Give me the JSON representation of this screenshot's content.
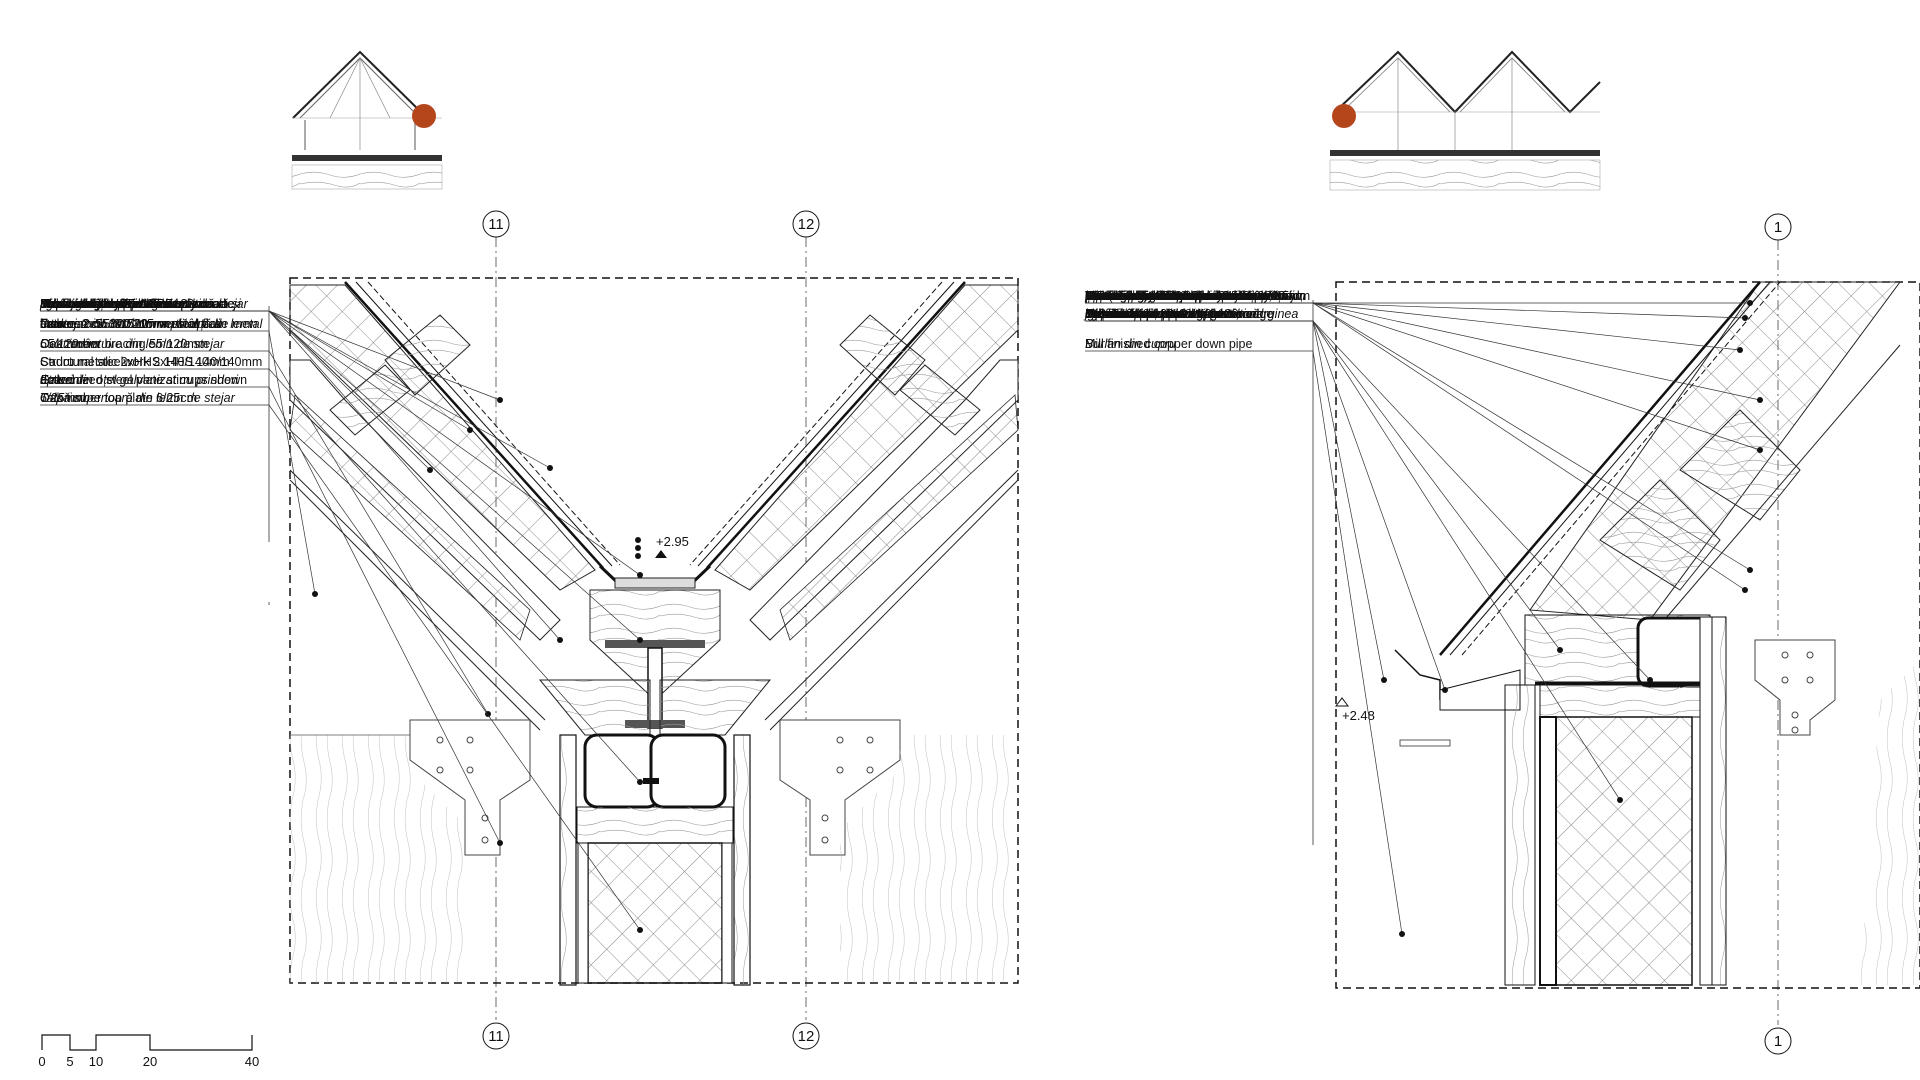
{
  "left_detail": {
    "axes": [
      "11",
      "12"
    ],
    "level": "+2.95",
    "labels": [
      "Mill-finished copper gutter",
      "Jgheab din cupru",
      "Sealing layer - Breather membrane",
      "Membrană rezistentă la umezeală și",
      "permeabilă la vapori",
      "Separating layer - 18mm plywood",
      "Placaj din lemn",
      "Basalt wool thermal insulation",
      "Termoizolație din vată bazaltică",
      "Separating layer - 18mm plywood",
      "Placaj din lemn",
      "Roof oak timber fillet",
      "Piesă de racordare din lemn de stejar",
      "Structural steelwork IPE120mm",
      "Profil metalic IPE 120mm",
      "Frame: 2x55/315mm vertical oak",
      "timbers with 300/20mm steel flat",
      "between",
      "Cadru: 2x55mm/315mm stâlpi din lemn",
      "de stejar cu 300/20mm plăcuță de metal",
      "între",
      "Oak timber bracing 55/120mm",
      "Contravântuire din lemn de stejar",
      "55/120mm",
      "Structural steelwork 2xHHS 140/140mm",
      "Cadru metalic 2xHHS 140/140mm",
      "Galvanized steel plate stirrups shown",
      "dotted",
      "Etrieri din oțel galvanizat cu prinderi",
      "aparente",
      "Oak timber top plate 6/25cm",
      "Talpă superioară din lemn de stejar",
      "6/25mm"
    ]
  },
  "right_detail": {
    "axes": [
      "1"
    ],
    "level": "+2.48",
    "labels": [
      "Linden shingles 10mm",
      "Șindrilă din lemn de tei 10mm",
      "Oak battens 24/48mm",
      "Șipci din lemn de stejar 24/48mm",
      "Oak counterbattens 24/48mm on roof",
      "panel",
      "Contrașipci din lemn de stejar 24/48mm",
      "Sealing layer - Breather membrane",
      "Membrană rezistentă la umezeală și",
      "permeabilă la vapori",
      "SIP (structural insulated panel",
      "1.24x2.5m): 15mm raw beech plywood;",
      "250mm recycled paper insulation; 15mm",
      "oriented-strand board",
      "Panou izolator structural:15mm placaj",
      "brut de fag;250mm termoizolație din",
      "celuloză;15mm OSB",
      "Vapour control layer",
      "Strat de difuzie a vaporilor",
      "Acoustic insulation sprayed foam 20mm",
      "Spumă pentru izolare acustică 20mm",
      "Lipped copper to form gutter edge",
      "Cupru clipsat pentru a forma marginea",
      "jgheabului",
      "Mill-finished copper gutter",
      "Jgheab din cupru",
      "Oak Timber fascia support",
      "Pazie din lemn de stejar",
      "Basalt wool thermal insulation",
      "Termoizolație din vată bazaltică",
      "Structural steelwork L-section",
      "140x140mm; HHS 140x120mm",
      "Profil metalic L 140/140mm; cadru",
      "metalic 140/120mm",
      "Mill finished copper down pipe",
      "Burlan din cupru"
    ]
  },
  "scale_bar": {
    "ticks": [
      "0",
      "5",
      "10",
      "20",
      "40"
    ]
  },
  "colors": {
    "ink": "#111111",
    "marker": "#b5451b",
    "grain": "#9a9a9a"
  }
}
